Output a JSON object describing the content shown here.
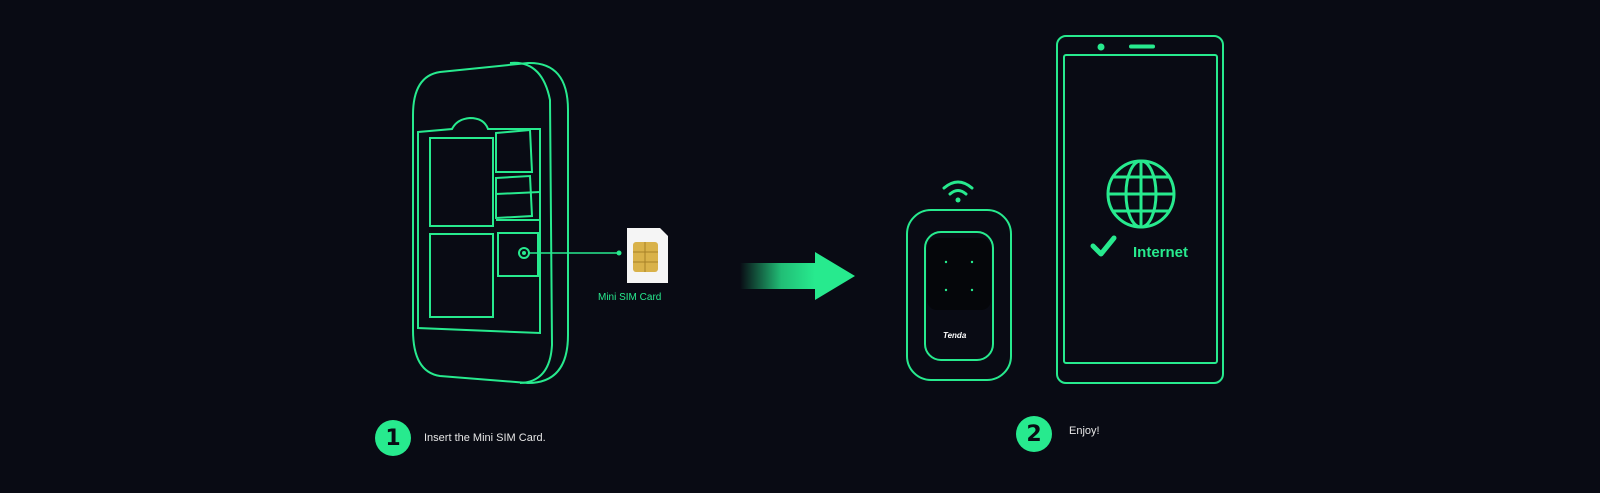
{
  "steps": [
    {
      "number": "1",
      "text": "Insert the Mini SIM Card."
    },
    {
      "number": "2",
      "text": "Enjoy!"
    }
  ],
  "labels": {
    "sim": "Mini SIM Card",
    "internet": "Internet",
    "brand": "Tenda"
  },
  "colors": {
    "background": "#090b14",
    "accent": "#27ea8e",
    "text": "#e6e6e6"
  },
  "icons": {
    "arrow": "arrow-right-icon",
    "wifi": "wifi-icon",
    "globe": "globe-icon",
    "check": "checkmark-icon"
  }
}
